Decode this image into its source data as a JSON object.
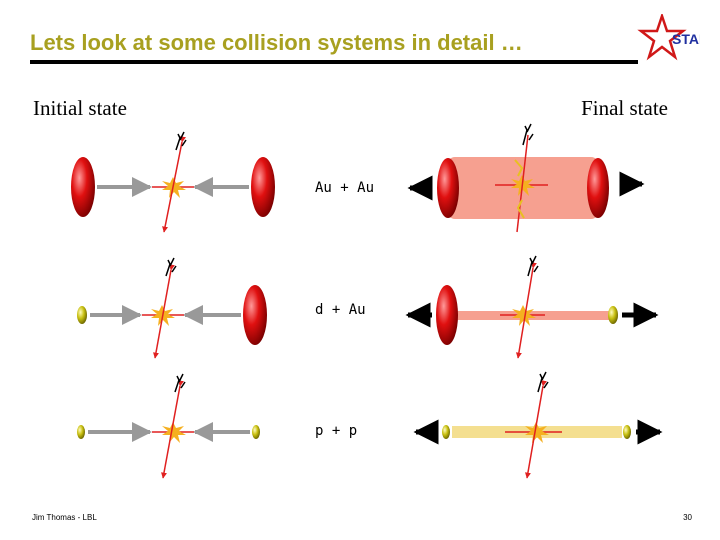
{
  "slide": {
    "title": "Lets look at some collision systems in detail …",
    "heading_initial": "Initial state",
    "heading_final": "Final state",
    "footer_author": "Jim Thomas - LBL",
    "page_number": "30"
  },
  "logo": {
    "text": "STAR"
  },
  "systems": [
    {
      "label": "Au + Au"
    },
    {
      "label": "d + Au"
    },
    {
      "label": "p + p"
    }
  ],
  "colors": {
    "title": "#a8a020",
    "nucleus": "#e01010",
    "deuteron": "#c8c010",
    "fireball_auau": "#f6a090",
    "fireball_dau": "#f6a090",
    "fireball_pp": "#f4df90",
    "jet": "#e02020",
    "beam_arrow": "#999999"
  }
}
